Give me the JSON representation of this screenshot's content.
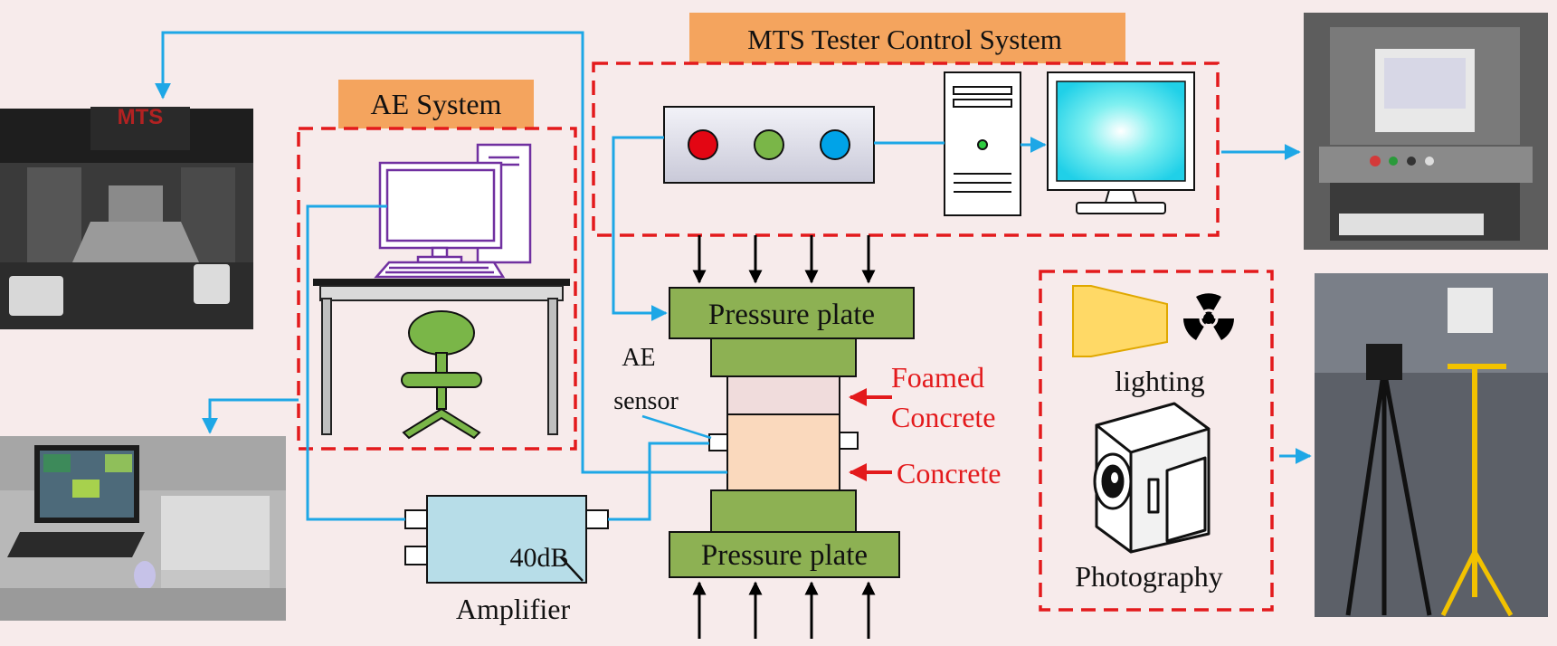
{
  "labels": {
    "ae_system": "AE System",
    "mts_control": "MTS Tester Control System",
    "pressure_plate_top": "Pressure plate",
    "pressure_plate_bottom": "Pressure plate",
    "ae_sensor_line1": "AE",
    "ae_sensor_line2": "sensor",
    "foamed_line1": "Foamed",
    "foamed_line2": "Concrete",
    "concrete": "Concrete",
    "gain": "40dB",
    "amplifier": "Amplifier",
    "lighting": "lighting",
    "photography": "Photography",
    "mts_logo": "MTS"
  },
  "colors": {
    "background": "#f7ebeb",
    "title_box": "#f4a45e",
    "dashed_border": "#e31a1c",
    "signal_line": "#1ea7e6",
    "plate_green": "#8db153",
    "foamed_concrete": "#f0dcdc",
    "concrete": "#fad9bd",
    "amplifier": "#b7dde8",
    "red_text": "#e31a1c",
    "computer_purple": "#7030a0",
    "chair_green": "#7ab648",
    "lamp_yellow": "#ffd966"
  },
  "icons": [
    "desktop-computer-icon",
    "desk-icon",
    "chair-icon",
    "control-panel-icon",
    "pc-tower-icon",
    "monitor-icon",
    "lamp-icon",
    "radiation-icon",
    "video-camera-icon"
  ]
}
